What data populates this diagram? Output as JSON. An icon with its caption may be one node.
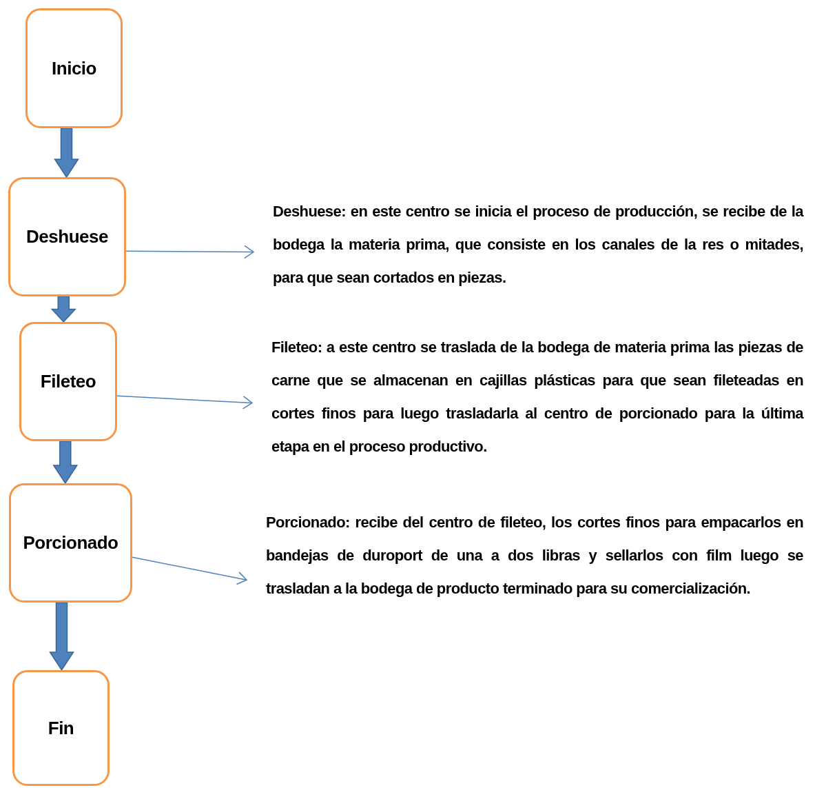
{
  "diagram": {
    "nodes": [
      {
        "text": [
          "Inicio"
        ]
      },
      {
        "text": [
          "Deshuese"
        ]
      },
      {
        "text": [
          "Fileteo"
        ]
      },
      {
        "text": [
          "Porcionado"
        ]
      },
      {
        "text": [
          "Fin"
        ]
      },
      {
        "text": [
          "Deshuese: en este centro se inicia el proceso de producción, se recibe de la bodega la materia prima, que consiste en los canales de la res o mitades, para que sean cortados en piezas."
        ]
      },
      {
        "text": [
          "Fileteo: a este centro se traslada de la bodega de materia prima las piezas de carne que se almacenan en cajillas plásticas para que sean fileteadas en cortes finos para luego trasladarla al centro de porcionado para la última etapa en el proceso productivo."
        ]
      },
      {
        "text": [
          "Porcionado: recibe del centro de fileteo, los cortes finos para empacarlos en bandejas de duroport de una a dos libras y sellarlos con film luego se trasladan a la bodega de producto terminado para su comercialización."
        ]
      }
    ],
    "edges": [
      {
        "from": 0,
        "to": 1,
        "arrow": "to",
        "style": "thick"
      },
      {
        "from": 1,
        "to": 2,
        "arrow": "to",
        "style": "thick"
      },
      {
        "from": 2,
        "to": 3,
        "arrow": "to",
        "style": "thick"
      },
      {
        "from": 3,
        "to": 4,
        "arrow": "to",
        "style": "thick"
      },
      {
        "from": 1,
        "to": 5,
        "arrow": "to"
      },
      {
        "from": 2,
        "to": 6,
        "arrow": "to"
      },
      {
        "from": 3,
        "to": 7,
        "arrow": "to"
      }
    ]
  }
}
